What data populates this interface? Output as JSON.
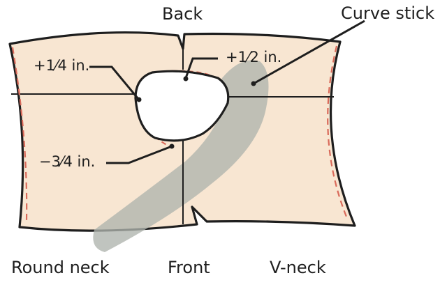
{
  "labels": {
    "back": "Back",
    "front": "Front",
    "round_neck": "Round neck",
    "v_neck": "V-neck",
    "curve_stick": "Curve stick",
    "plus_quarter": "+1⁄4 in.",
    "plus_half": "+1⁄2 in.",
    "minus_three_quarter": "−3⁄4 in."
  },
  "colors": {
    "fabric": "#f8e6d2",
    "outline": "#1e1e1e",
    "dashed_adjustment": "#d96a5a",
    "curve_stick": "#aeb3ad"
  }
}
